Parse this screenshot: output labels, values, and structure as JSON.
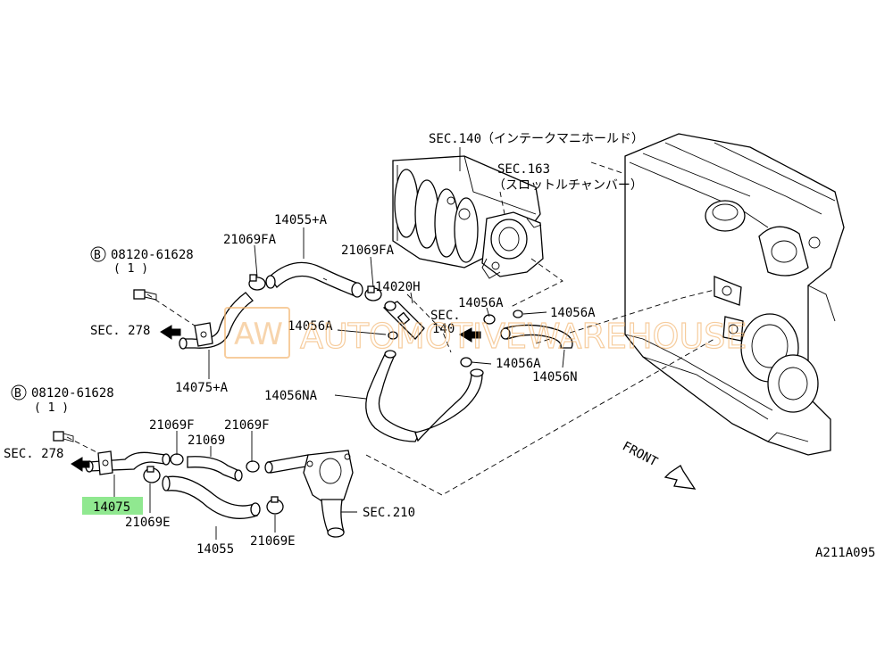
{
  "watermark": {
    "logo_text": "AW",
    "text": "AUTOMOTIVEWAREHOUSE",
    "color": "#f2b26a"
  },
  "highlight_color": "#90e890",
  "labels": {
    "sec140_intake": "SEC.140（インテークマニホールド）",
    "sec163": "SEC.163",
    "sec163_desc": "（スロットルチャンバー）",
    "p14055A": "14055+A",
    "p21069FA_left": "21069FA",
    "p21069FA_right": "21069FA",
    "bolt_top_code": "08120-61628",
    "bolt_top_qty": "( 1 )",
    "p14020H": "14020H",
    "p14056A_left": "14056A",
    "sec140_mid": "SEC.",
    "sec140_mid_num": "140",
    "p14056A_top": "14056A",
    "p14056A_right": "14056A",
    "p14056A_bottom": "14056A",
    "p14056N": "14056N",
    "sec278_top": "SEC. 278",
    "p14075A": "14075+A",
    "p14056NA": "14056NA",
    "bolt_bottom_code": "08120-61628",
    "bolt_bottom_qty": "( 1 )",
    "sec278_bottom": "SEC. 278",
    "p21069F_left": "21069F",
    "p21069": "21069",
    "p21069F_right": "21069F",
    "p14075": "14075",
    "p21069E_left": "21069E",
    "p14055": "14055",
    "p21069E_right": "21069E",
    "sec210": "SEC.210",
    "front": "FRONT",
    "diagram_code": "A211A095",
    "bolt_symbol": "B"
  }
}
